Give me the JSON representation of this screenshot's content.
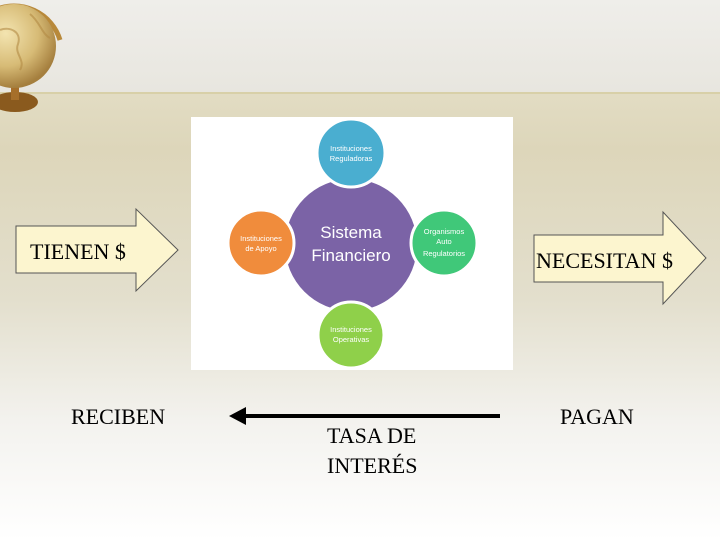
{
  "left_arrow": {
    "label": "TIENEN $"
  },
  "right_arrow": {
    "label": "NECESITAN $"
  },
  "labels": {
    "reciben": "RECIBEN",
    "pagan": "PAGAN",
    "tasa_line1": "TASA DE",
    "tasa_line2": "INTERÉS"
  },
  "diagram": {
    "center": {
      "line1": "Sistema",
      "line2": "Financiero",
      "color": "#7b63a6"
    },
    "top": {
      "line1": "Instituciones",
      "line2": "Reguladoras",
      "color": "#4aaed0"
    },
    "left": {
      "line1": "Instituciones",
      "line2": "de Apoyo",
      "color": "#f08c3c"
    },
    "right": {
      "line1": "Organismos",
      "line2": "Auto",
      "line3": "Regulatorios",
      "color": "#40c879"
    },
    "bottom": {
      "line1": "Instituciones",
      "line2": "Operativas",
      "color": "#8fd04a"
    }
  },
  "colors": {
    "arrow_fill": "#fcf5cf",
    "connector_line": "#000000"
  }
}
